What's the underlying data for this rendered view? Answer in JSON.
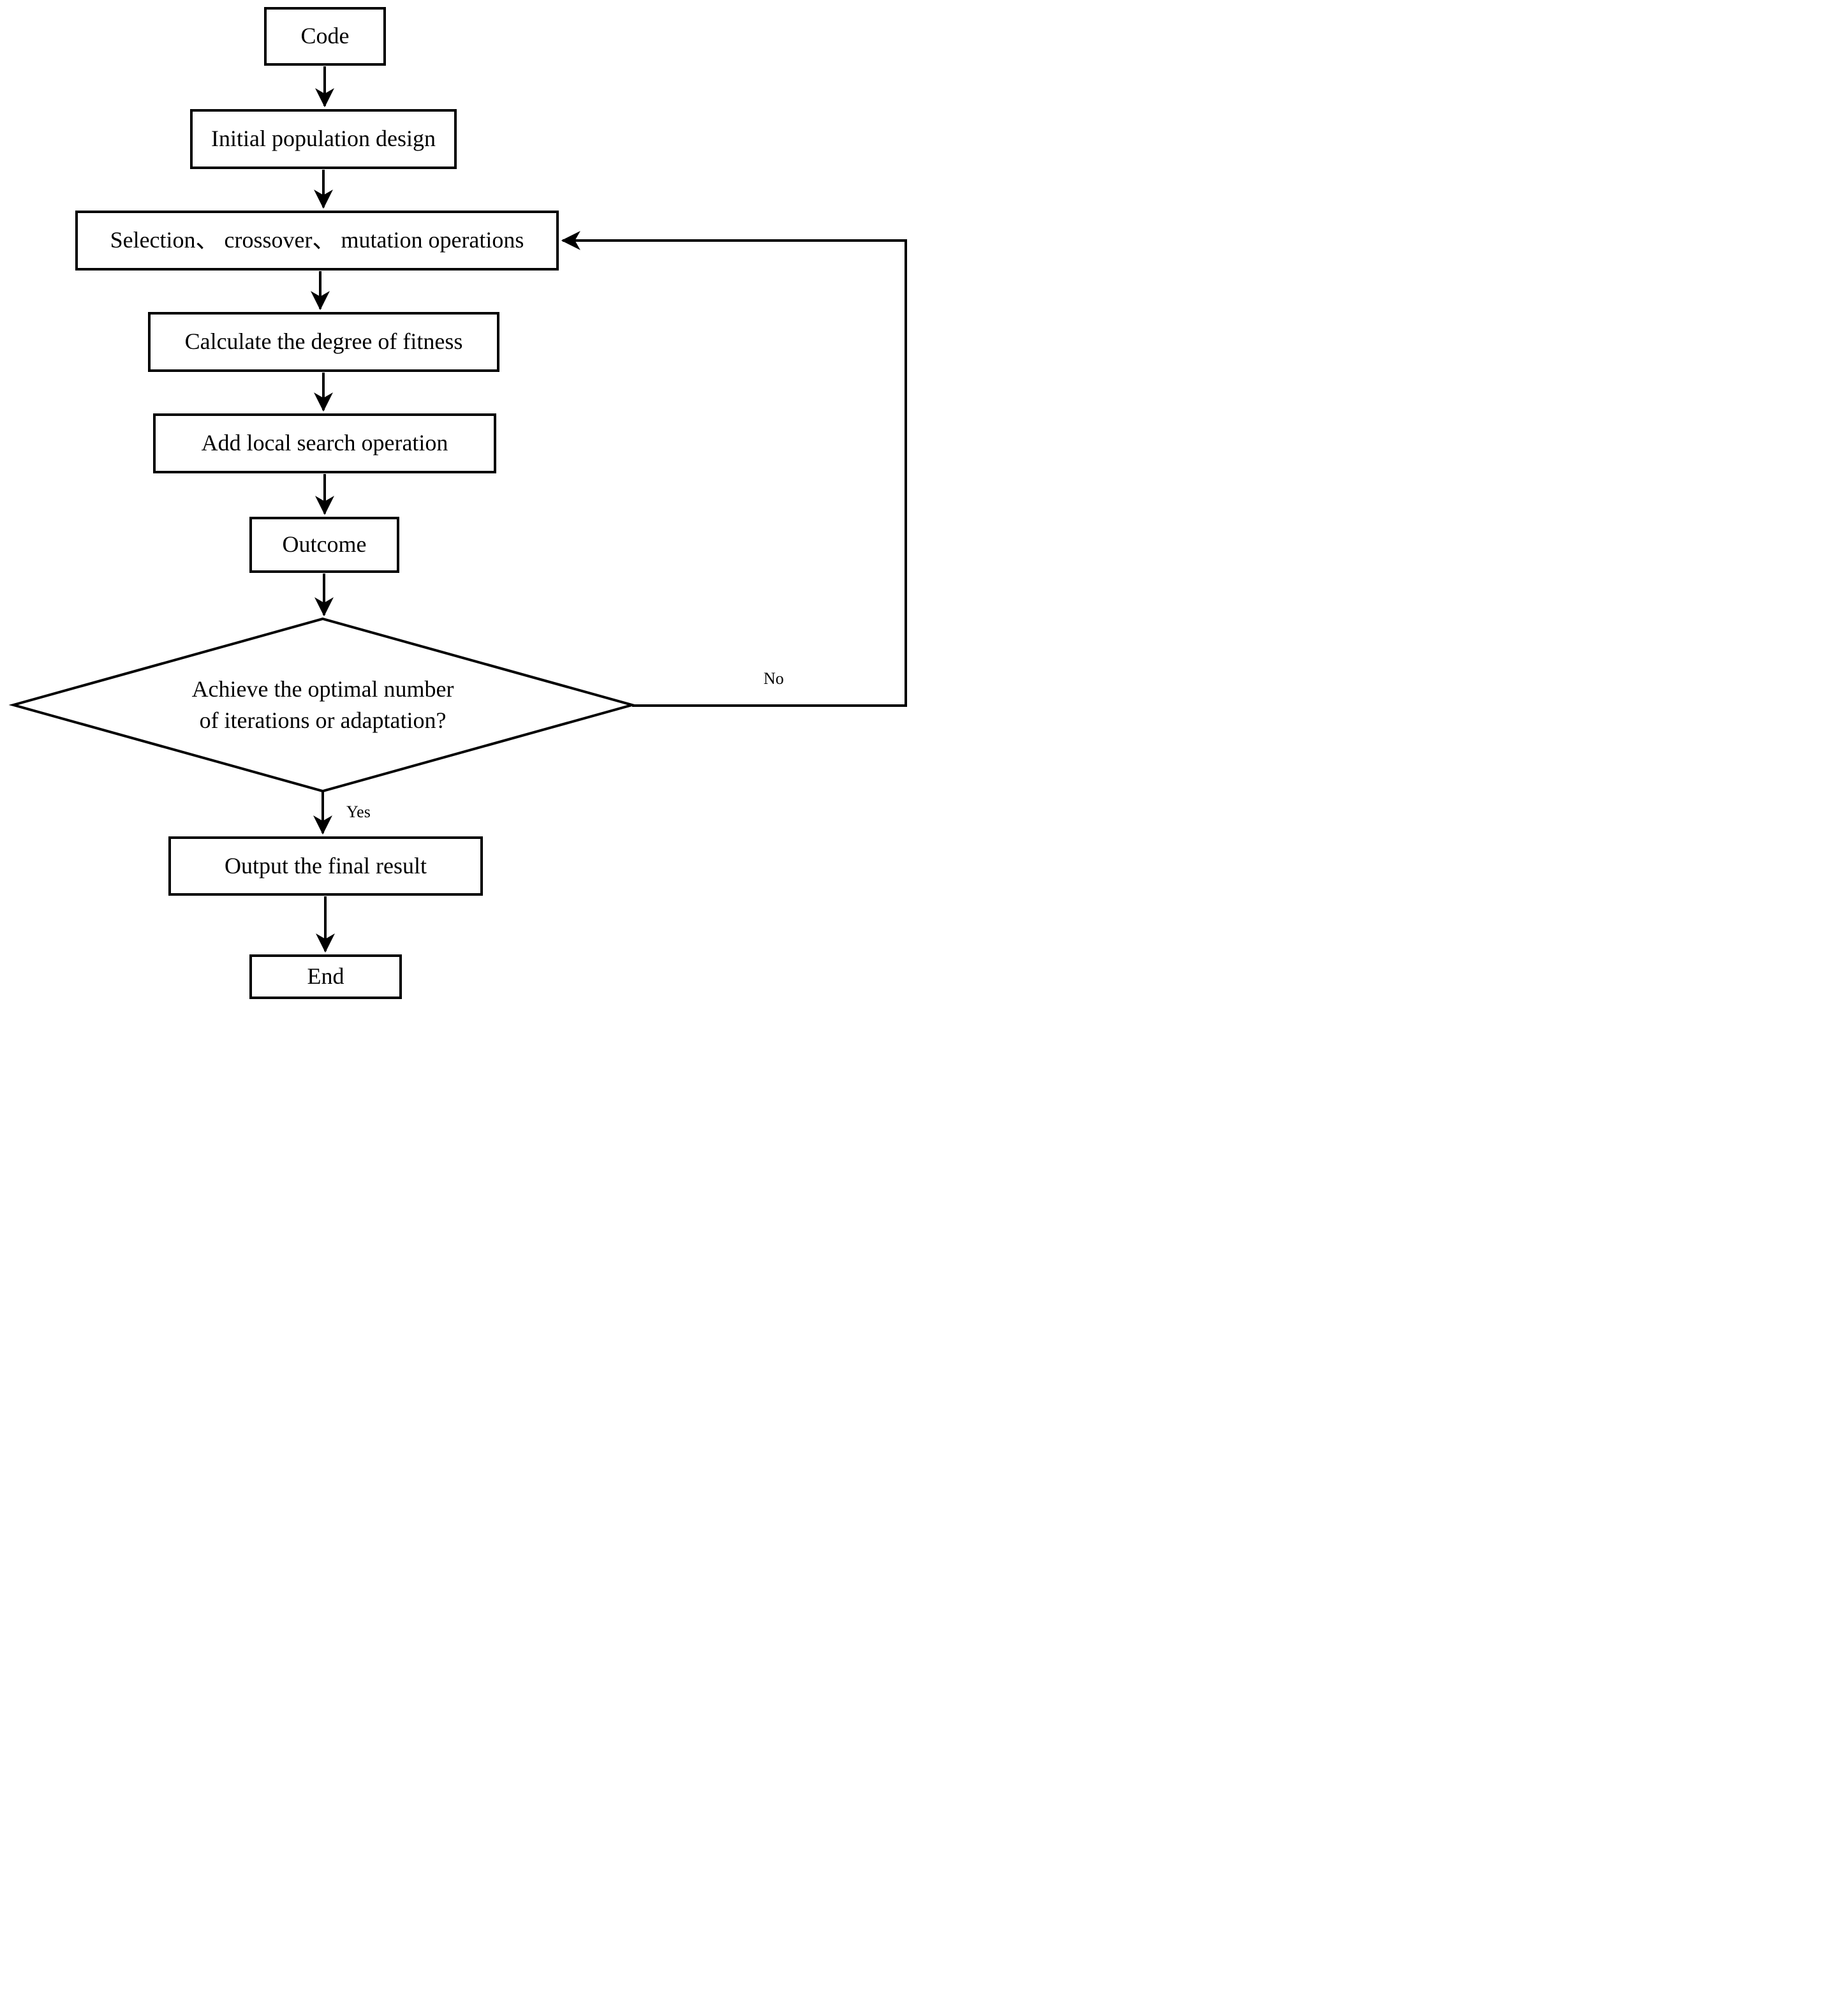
{
  "flowchart": {
    "background_color": "#ffffff",
    "stroke_color": "#000000",
    "text_color": "#000000",
    "nodes": {
      "code": {
        "label": "Code",
        "shape": "rectangle"
      },
      "initial_population": {
        "label": "Initial population design",
        "shape": "rectangle"
      },
      "genetic_operations": {
        "label": "Selection、 crossover、 mutation operations",
        "shape": "rectangle"
      },
      "fitness": {
        "label": "Calculate the degree of fitness",
        "shape": "rectangle"
      },
      "local_search": {
        "label": "Add local search operation",
        "shape": "rectangle"
      },
      "outcome": {
        "label": "Outcome",
        "shape": "rectangle"
      },
      "decision": {
        "label": "Achieve the optimal number\nof iterations or adaptation?",
        "shape": "diamond"
      },
      "output_result": {
        "label": "Output the final result",
        "shape": "rectangle"
      },
      "end": {
        "label": "End",
        "shape": "rectangle"
      }
    },
    "edge_labels": {
      "yes": "Yes",
      "no": "No"
    },
    "edges": [
      {
        "from": "code",
        "to": "initial_population",
        "label": ""
      },
      {
        "from": "initial_population",
        "to": "genetic_operations",
        "label": ""
      },
      {
        "from": "genetic_operations",
        "to": "fitness",
        "label": ""
      },
      {
        "from": "fitness",
        "to": "local_search",
        "label": ""
      },
      {
        "from": "local_search",
        "to": "outcome",
        "label": ""
      },
      {
        "from": "outcome",
        "to": "decision",
        "label": ""
      },
      {
        "from": "decision",
        "to": "output_result",
        "label": "Yes"
      },
      {
        "from": "decision",
        "to": "genetic_operations",
        "label": "No"
      },
      {
        "from": "output_result",
        "to": "end",
        "label": ""
      }
    ]
  }
}
